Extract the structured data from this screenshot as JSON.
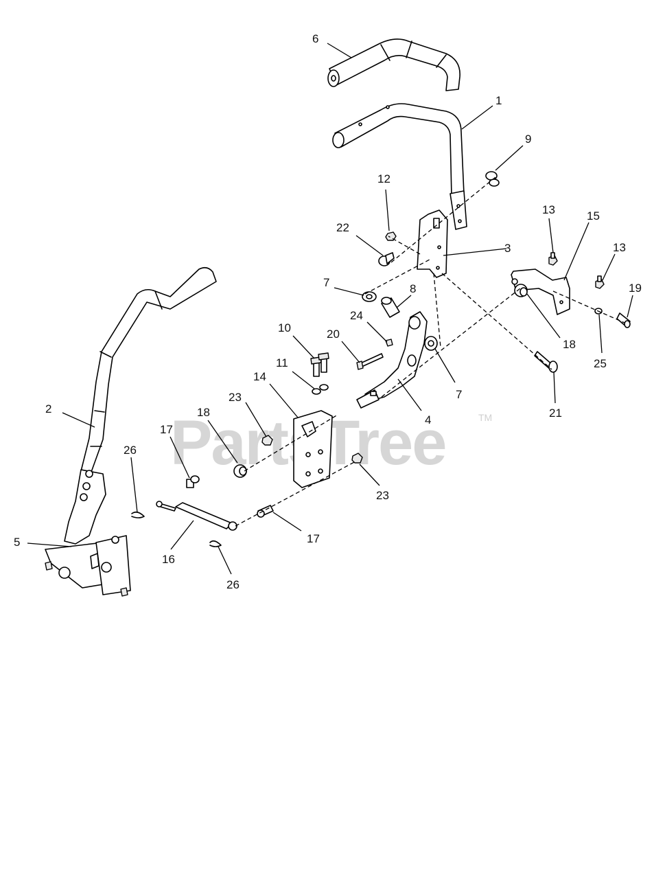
{
  "watermark": {
    "text": "PartsTree",
    "trademark": "TM"
  },
  "callouts": {
    "c1": "1",
    "c2": "2",
    "c3": "3",
    "c4": "4",
    "c5": "5",
    "c6": "6",
    "c7a": "7",
    "c7b": "7",
    "c8": "8",
    "c9": "9",
    "c10": "10",
    "c11": "11",
    "c12": "12",
    "c13a": "13",
    "c13b": "13",
    "c14": "14",
    "c15": "15",
    "c16": "16",
    "c17a": "17",
    "c17b": "17",
    "c18a": "18",
    "c18b": "18",
    "c19": "19",
    "c20": "20",
    "c21": "21",
    "c22": "22",
    "c23a": "23",
    "c23b": "23",
    "c24": "24",
    "c25": "25",
    "c26a": "26",
    "c26b": "26"
  }
}
